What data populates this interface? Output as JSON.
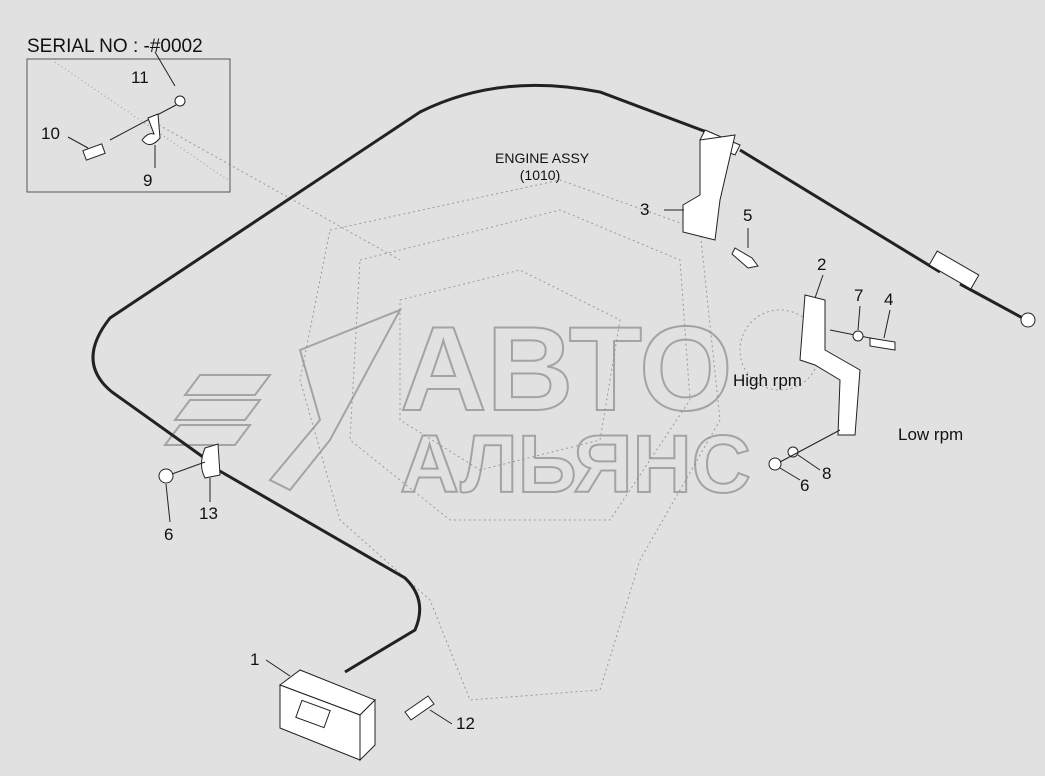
{
  "serial_label": "SERIAL NO : -#0002",
  "engine": {
    "title": "ENGINE ASSY",
    "ref": "(1010)"
  },
  "annotations": {
    "high_rpm": "High rpm",
    "low_rpm": "Low rpm"
  },
  "watermark": {
    "line1": "АВТО",
    "line2": "АЛЬЯНС"
  },
  "callouts": {
    "c11": "11",
    "c10": "10",
    "c9": "9",
    "c3": "3",
    "c5": "5",
    "c2": "2",
    "c7": "7",
    "c4": "4",
    "c8": "8",
    "c6a": "6",
    "c6b": "6",
    "c13": "13",
    "c1": "1",
    "c12": "12"
  }
}
